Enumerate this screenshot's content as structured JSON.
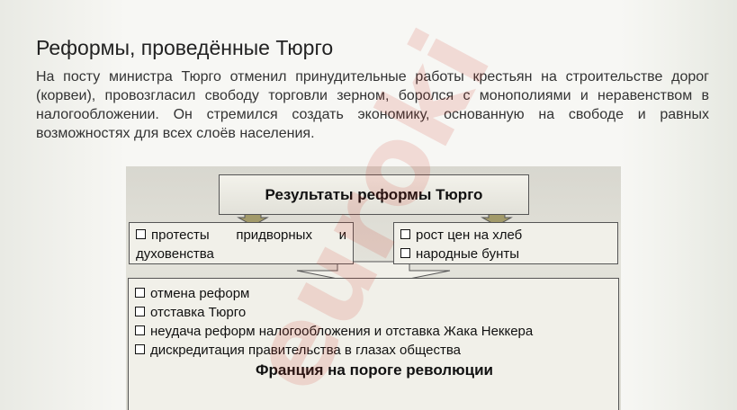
{
  "slide": {
    "title": "Реформы, проведённые Тюрго",
    "paragraph": "На посту министра Тюрго отменил принудительные работы крестьян на строительстве дорог (корвеи), провозгласил свободу торговли зерном, боролся с монополиями и неравенством в налогообложении. Он стремился создать экономику, основанную на свободе и равных возможностях для всех слоёв населения.",
    "watermark": "euroki"
  },
  "diagram": {
    "title": "Результаты реформы Тюрго",
    "left_items": [
      "протесты придворных и духовенства"
    ],
    "right_items": [
      "рост цен на хлеб",
      "народные бунты"
    ],
    "bottom_items": [
      "отмена реформ",
      "отставка Тюрго",
      "неудача реформ налогообложения и отставка Жака Неккера",
      "дискредитация правительства в глазах общества"
    ],
    "conclusion": "Франция на пороге революции"
  },
  "colors": {
    "arrow_fill": "#a29a6a",
    "box_fill": "#f1f0e9",
    "box_border": "#555555"
  }
}
